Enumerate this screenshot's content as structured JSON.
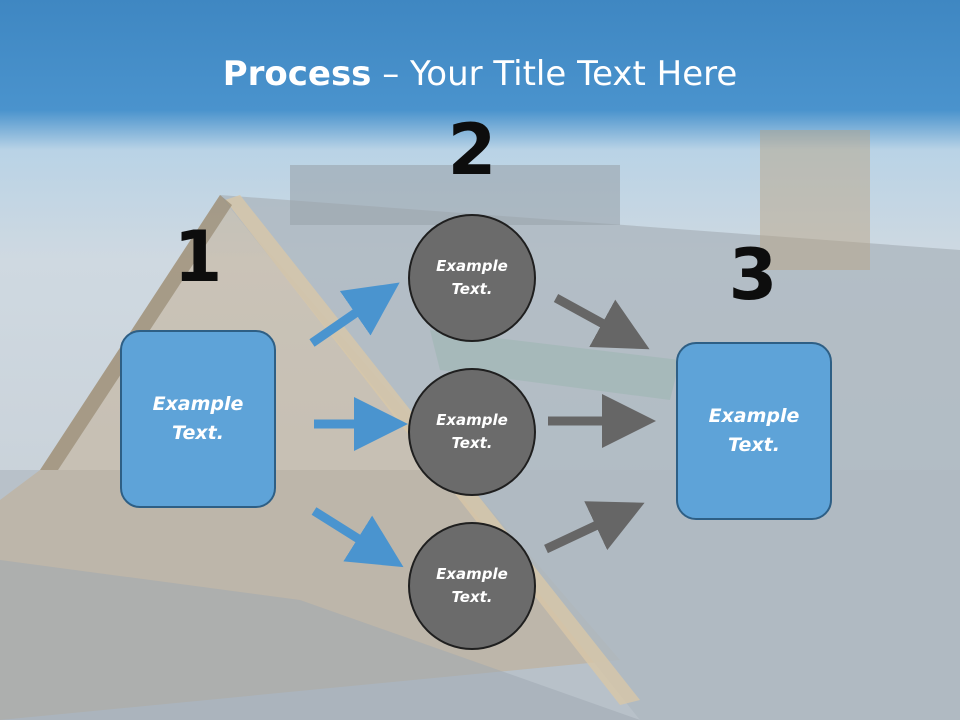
{
  "title": {
    "bold": "Process",
    "rest": " – Your Title Text Here"
  },
  "steps": [
    {
      "number": "1",
      "text_line1": "Example",
      "text_line2": "Text."
    },
    {
      "number": "2"
    },
    {
      "number": "3",
      "text_line1": "Example",
      "text_line2": "Text."
    }
  ],
  "circles": [
    {
      "text_line1": "Example",
      "text_line2": "Text."
    },
    {
      "text_line1": "Example",
      "text_line2": "Text."
    },
    {
      "text_line1": "Example",
      "text_line2": "Text."
    }
  ],
  "colors": {
    "box": "#5ea3d8",
    "circle": "#6b6b6b",
    "arrow_blue": "#4a94cf",
    "arrow_gray": "#666666"
  }
}
